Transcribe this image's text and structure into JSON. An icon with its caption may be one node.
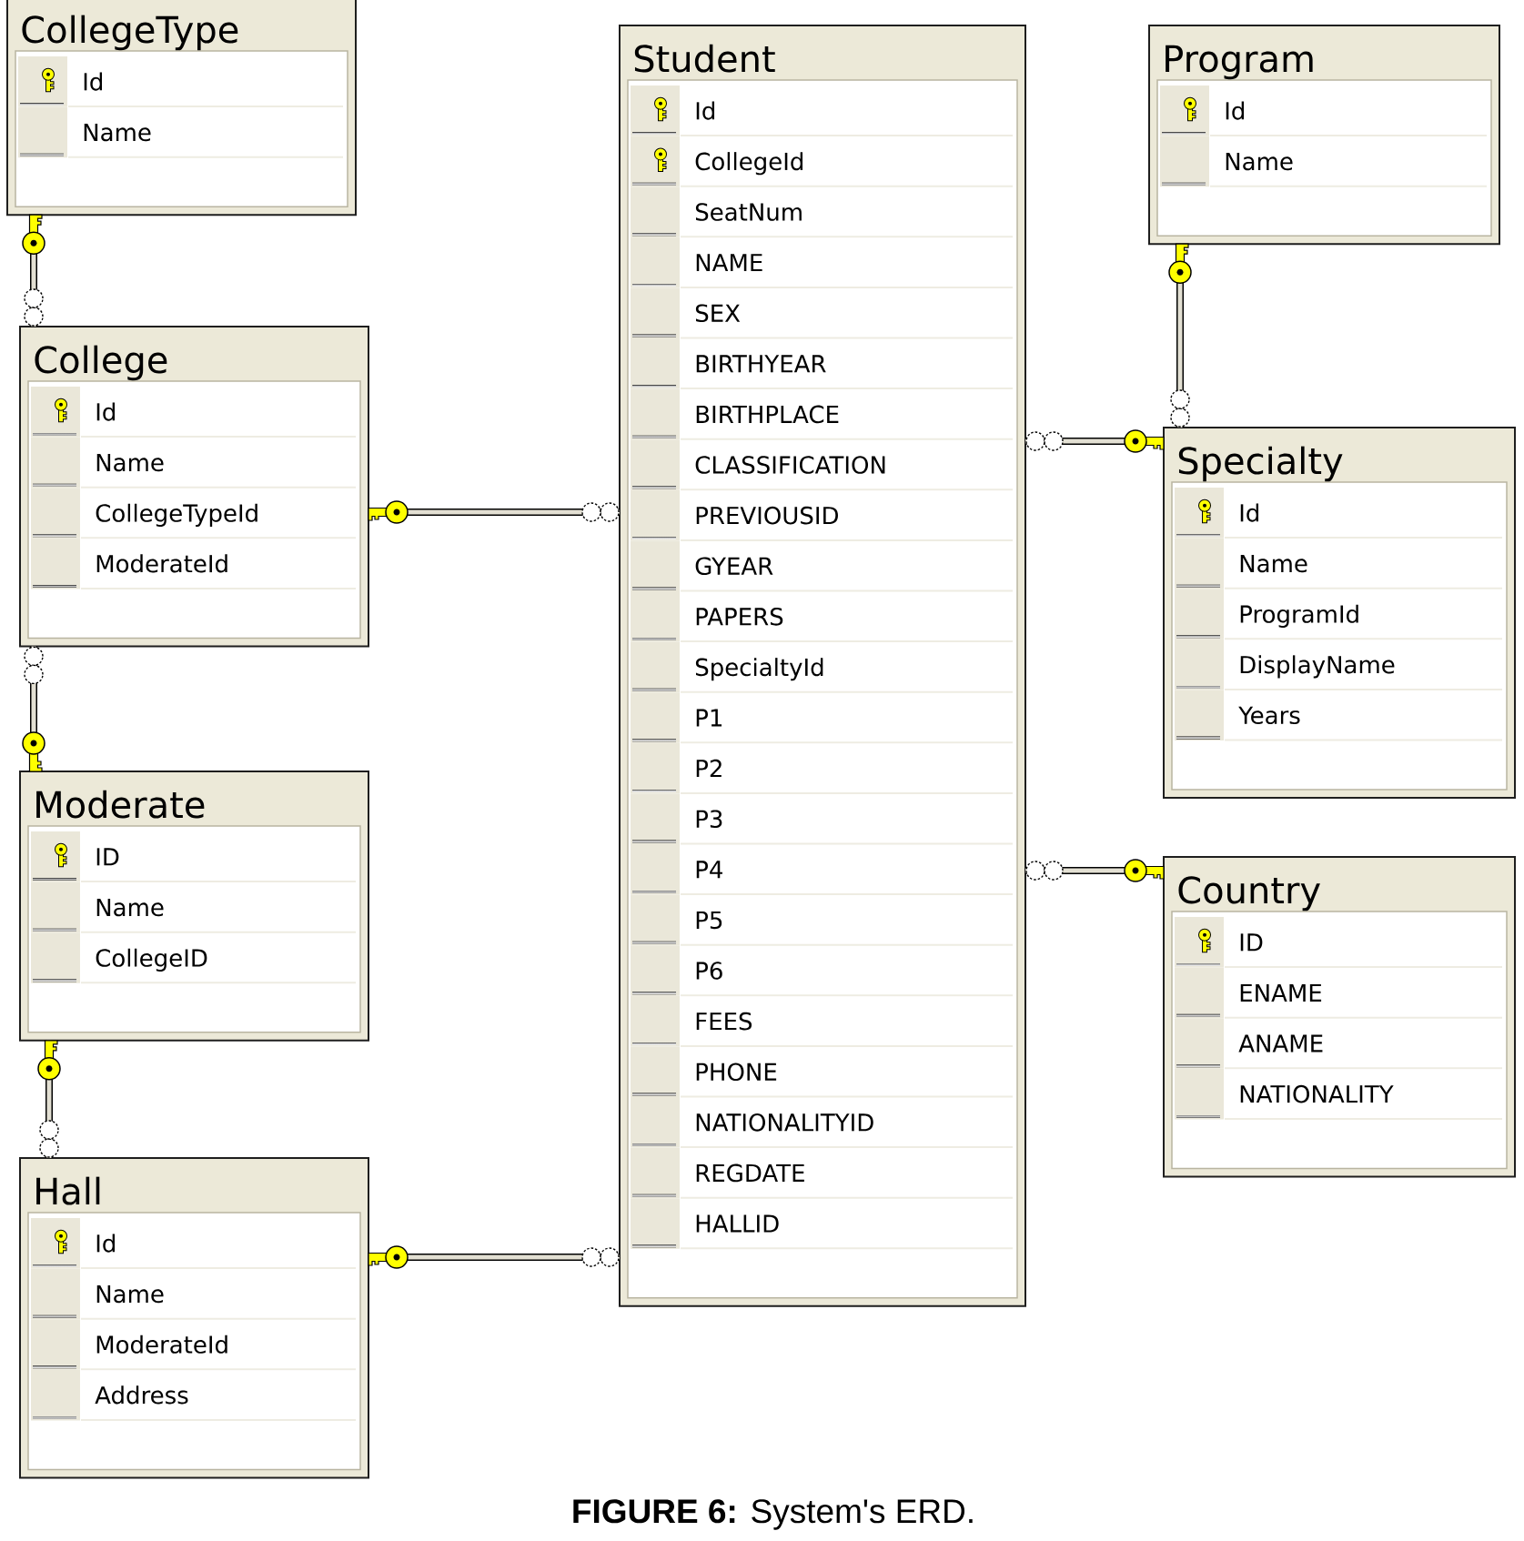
{
  "diagram": {
    "caption": "**FIGURE 6:** System's ERD.",
    "nodes": [
      {
        "text": [
          "CollegeType",
          "Id",
          "Name"
        ]
      },
      {
        "text": [
          "College",
          "Id",
          "Name",
          "CollegeTypeId",
          "ModerateId"
        ]
      },
      {
        "text": [
          "Moderate",
          "ID",
          "Name",
          "CollegeID"
        ]
      },
      {
        "text": [
          "Hall",
          "Id",
          "Name",
          "ModerateId",
          "Address"
        ]
      },
      {
        "text": [
          "Student",
          "Id",
          "CollegeId",
          "SeatNum",
          "NAME",
          "SEX",
          "BIRTHYEAR",
          "BIRTHPLACE",
          "CLASSIFICATION",
          "PREVIOUSID",
          "GYEAR",
          "PAPERS",
          "SpecialtyId",
          "P1",
          "P2",
          "P3",
          "P4",
          "P5",
          "P6",
          "FEES",
          "PHONE",
          "NATIONALITYID",
          "REGDATE",
          "HALLID"
        ]
      },
      {
        "text": [
          "Program",
          "Id",
          "Name"
        ]
      },
      {
        "text": [
          "Specialty",
          "Id",
          "Name",
          "ProgramId",
          "DisplayName",
          "Years"
        ]
      },
      {
        "text": [
          "Country",
          "ID",
          "ENAME",
          "ANAME",
          "NATIONALITY"
        ]
      }
    ],
    "edges": [
      {
        "from": 0,
        "to": 1,
        "arrow": "other"
      },
      {
        "from": 2,
        "to": 1,
        "arrow": "other"
      },
      {
        "from": 2,
        "to": 3,
        "arrow": "other"
      },
      {
        "from": 1,
        "to": 4,
        "arrow": "other"
      },
      {
        "from": 3,
        "to": 4,
        "arrow": "other"
      },
      {
        "from": 5,
        "to": 6,
        "arrow": "other"
      },
      {
        "from": 6,
        "to": 4,
        "arrow": "other"
      },
      {
        "from": 7,
        "to": 4,
        "arrow": "other"
      }
    ]
  }
}
